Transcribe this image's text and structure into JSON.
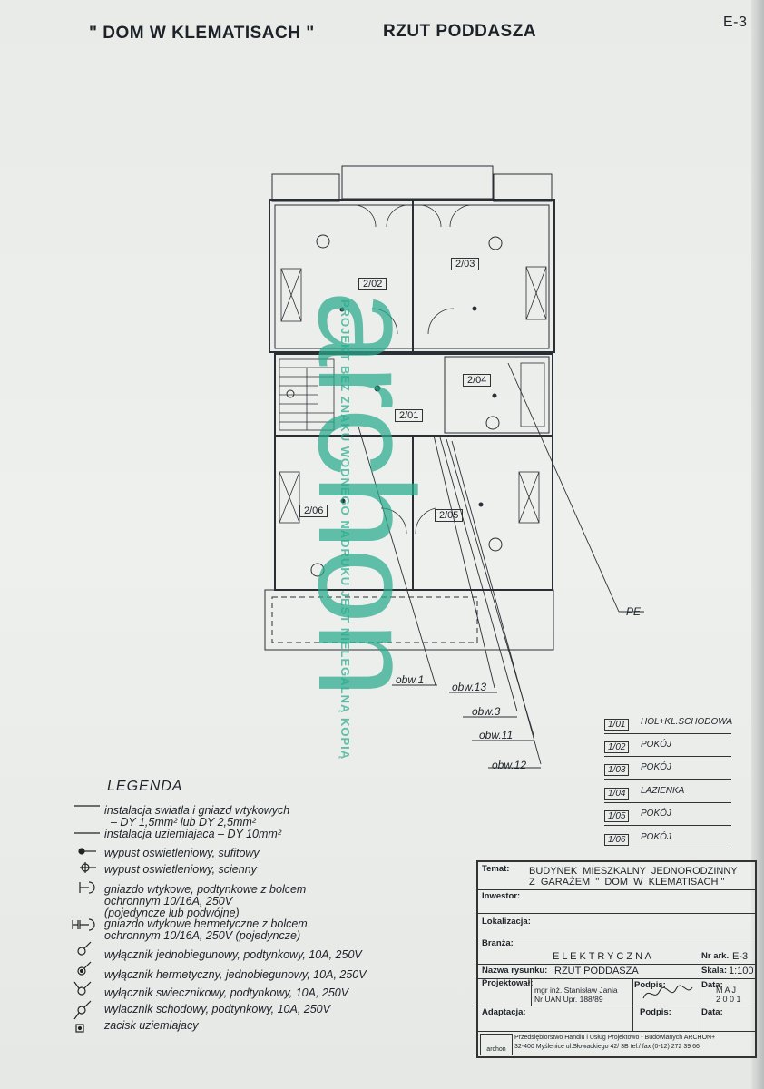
{
  "header": {
    "title": "\" DOM  W  KLEMATISACH \"",
    "subtitle": "RZUT PODDASZA",
    "sheet": "E-3"
  },
  "rooms": [
    {
      "id": "2/02"
    },
    {
      "id": "2/03"
    },
    {
      "id": "2/04"
    },
    {
      "id": "2/01"
    },
    {
      "id": "2/06"
    },
    {
      "id": "2/05"
    }
  ],
  "circuits": [
    "obw.1",
    "obw.13",
    "obw.3",
    "obw.11",
    "obw.12"
  ],
  "pe_label": "PE",
  "room_table": [
    {
      "num": "1/01",
      "name": "HOL+KL.SCHODOWA"
    },
    {
      "num": "1/02",
      "name": "POKÓJ"
    },
    {
      "num": "1/03",
      "name": "POKÓJ"
    },
    {
      "num": "1/04",
      "name": "LAZIENKA"
    },
    {
      "num": "1/05",
      "name": "POKÓJ"
    },
    {
      "num": "1/06",
      "name": "POKÓJ"
    }
  ],
  "legend": {
    "title": "LEGENDA",
    "items": [
      {
        "icon": "line-icon",
        "text": "instalacja swiatla i gniazd wtykowych\n  – DY 1,5mm² lub DY 2,5mm²"
      },
      {
        "icon": "line-icon",
        "text": "instalacja uziemiajaca – DY 10mm²"
      },
      {
        "icon": "ceiling-light-icon",
        "text": "wypust oswietleniowy, sufitowy"
      },
      {
        "icon": "wall-light-icon",
        "text": "wypust oswietleniowy, scienny"
      },
      {
        "icon": "socket-icon",
        "text": "gniazdo wtykowe, podtynkowe z bolcem\nochronnym 10/16A, 250V\n(pojedyncze lub podwójne)"
      },
      {
        "icon": "hermetic-socket-icon",
        "text": "gniazdo wtykowe hermetyczne z bolcem\nochronnym 10/16A, 250V (pojedyncze)"
      },
      {
        "icon": "switch-icon",
        "text": "wyłącznik jednobiegunowy, podtynkowy, 10A, 250V"
      },
      {
        "icon": "hermetic-switch-icon",
        "text": "wyłącznik hermetyczny, jednobiegunowy, 10A, 250V"
      },
      {
        "icon": "chandelier-switch-icon",
        "text": "wyłącznik swiecznikowy, podtynkowy, 10A, 250V"
      },
      {
        "icon": "staircase-switch-icon",
        "text": "wylacznik schodowy, podtynkowy, 10A, 250V"
      },
      {
        "icon": "ground-clamp-icon",
        "text": "zacisk uziemiajacy"
      }
    ]
  },
  "title_block": {
    "temat_label": "Temat:",
    "temat": "BUDYNEK  MIESZKALNY  JEDNORODZINNY\nZ  GARAŻEM  \"  DOM  W  KLEMATISACH \"",
    "inwestor_label": "Inwestor:",
    "lokalizacja_label": "Lokalizacja:",
    "branza_label": "Branża:",
    "branza": "E L E K T R Y C Z N A",
    "nrark_label": "Nr ark.",
    "nrark": "E-3",
    "nazwa_label": "Nazwa rysunku:",
    "nazwa": "RZUT PODDASZA",
    "skala_label": "Skala:",
    "skala": "1:100",
    "projektowal_label": "Projektował:",
    "projektant": "mgr inż. Stanisław Jania\nNr UAN Upr. 188/89",
    "podpis_label": "Podpis:",
    "data_label": "Data:",
    "data": "M A J\n2 0 0 1",
    "adaptacja_label": "Adaptacja:",
    "podpis2_label": "Podpis:",
    "data2_label": "Data:",
    "company": "Przedsiębiorstwo Handlu i Usług Projektowo - Budowlanych ARCHON+\n32-400 Myślenice ul.Słowackiego 42/ 3B tel./ fax (0-12) 272 39 66",
    "logo_text": "archon"
  },
  "watermark": {
    "big": "archon",
    "small": "PROJEKT BEZ ZNAKU WODNEGO NADRUKU JEST NIELEGALNĄ KOPIĄ"
  },
  "colors": {
    "ink": "#1d2228",
    "watermark": "#28aa8c",
    "paper": "#eceeec"
  }
}
